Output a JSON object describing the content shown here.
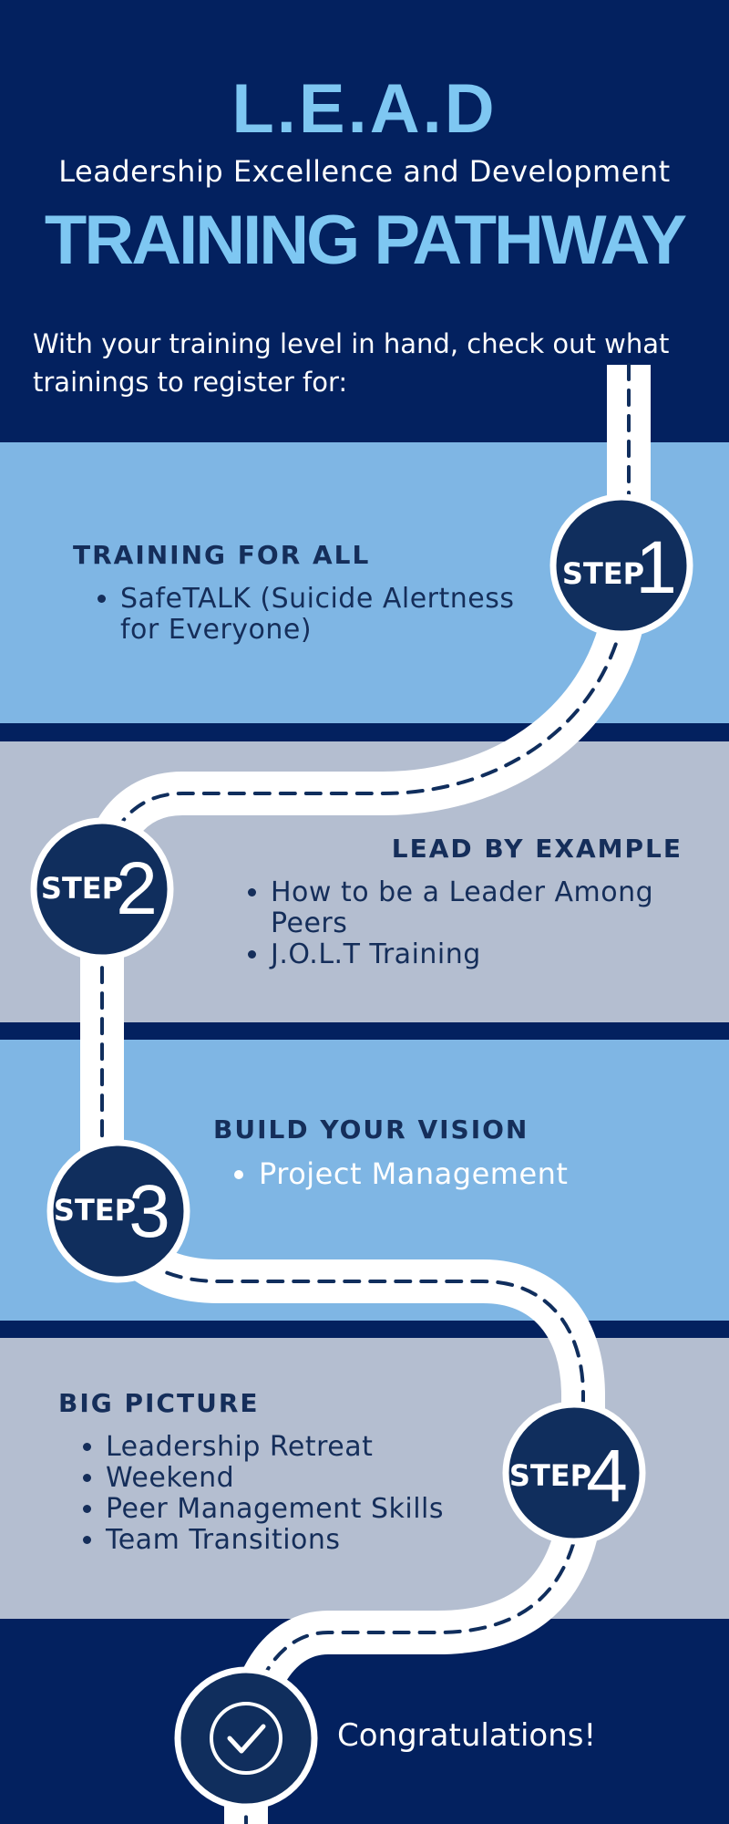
{
  "header": {
    "title": "L.E.A.D",
    "subtitle": "Leadership Excellence and Development",
    "pathway": "TRAINING PATHWAY",
    "intro": "With your training level in hand, check out what trainings to register for:"
  },
  "steps": [
    {
      "badge_word": "STEP",
      "badge_number": "1",
      "heading": "TRAINING FOR ALL",
      "items": [
        "SafeTALK (Suicide Alertness for Everyone)"
      ]
    },
    {
      "badge_word": "STEP",
      "badge_number": "2",
      "heading": "LEAD BY EXAMPLE",
      "items": [
        "How to be a Leader Among Peers",
        "J.O.L.T Training"
      ]
    },
    {
      "badge_word": "STEP",
      "badge_number": "3",
      "heading": "BUILD YOUR VISION",
      "items": [
        "Project Management"
      ]
    },
    {
      "badge_word": "STEP",
      "badge_number": "4",
      "heading": "BIG PICTURE",
      "items": [
        "Leadership Retreat",
        "Weekend",
        "Peer Management Skills",
        "Team Transitions"
      ]
    }
  ],
  "finish": {
    "icon": "check-icon",
    "text": "Congratulations!"
  },
  "colors": {
    "navy": "#03215f",
    "light_blue": "#7fb6e4",
    "gray_blue": "#b4bed0",
    "accent": "#7ec7f2",
    "badge": "#102e5d",
    "text_dark": "#152e5a"
  }
}
